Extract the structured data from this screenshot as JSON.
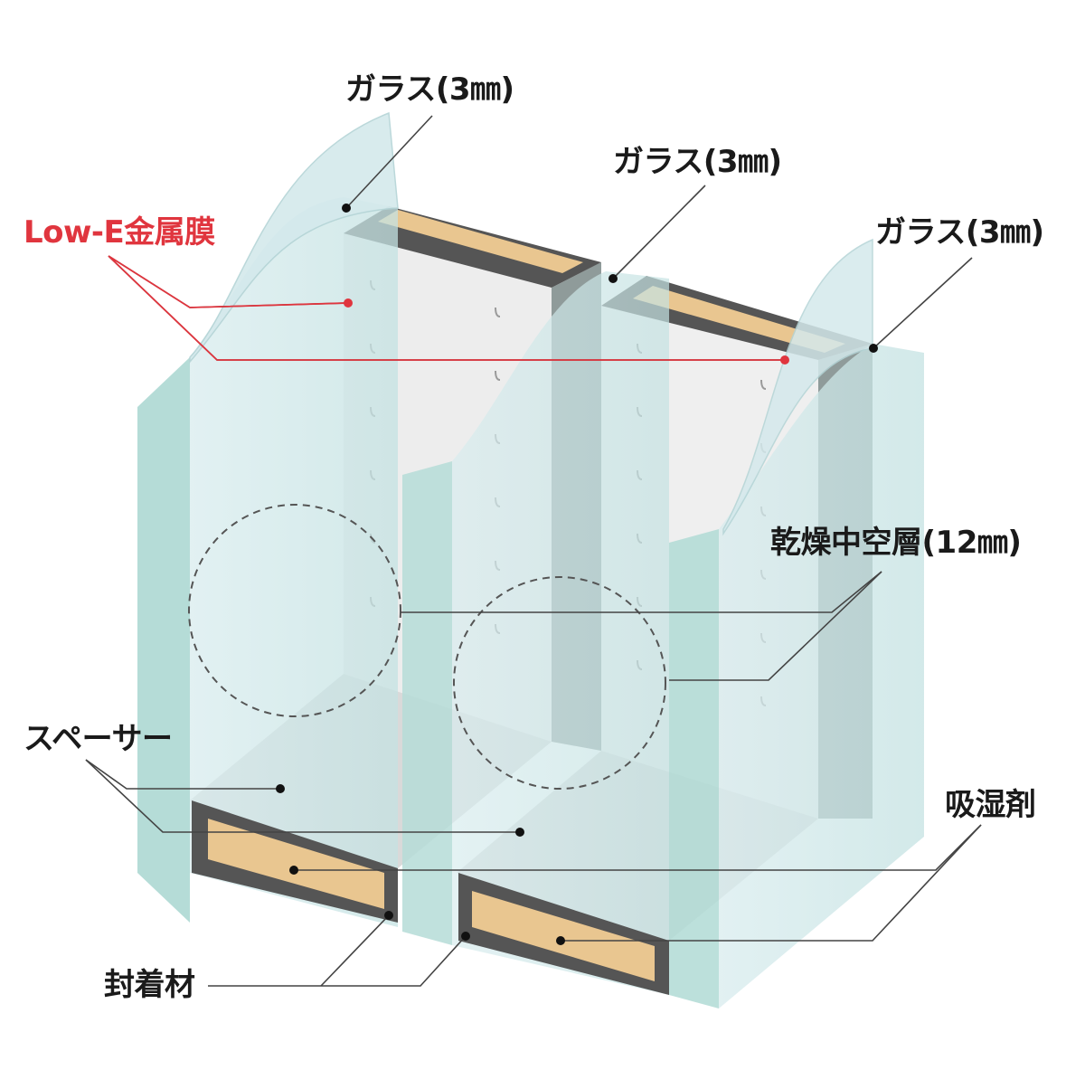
{
  "labels": {
    "glass_1": "ガラス(3㎜)",
    "glass_2": "ガラス(3㎜)",
    "glass_3": "ガラス(3㎜)",
    "low_e": "Low-E金属膜",
    "air_layer": "乾燥中空層(12㎜)",
    "spacer": "スペーサー",
    "desiccant": "吸湿剤",
    "sealant": "封着材"
  },
  "colors": {
    "low_e_text": "#e0353e",
    "glass": "#c9e6e3",
    "glass_edge": "#9fcfca",
    "spacer_frame": "#555555",
    "desiccant": "#e9c690",
    "interior_wall": "#ececec",
    "leader_line": "#444444"
  }
}
